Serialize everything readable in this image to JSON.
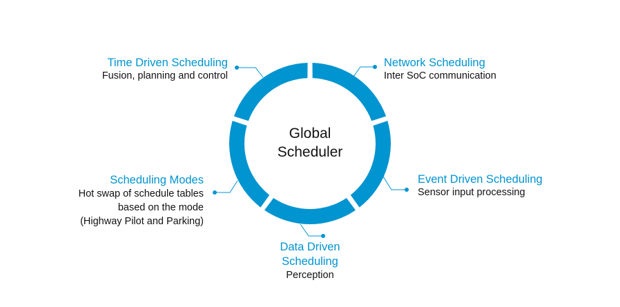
{
  "center": {
    "line1": "Global",
    "line2": "Scheduler"
  },
  "accent_color": "#0094d0",
  "nodes": [
    {
      "title": "Time Driven Scheduling",
      "description": [
        "Fusion, planning and control"
      ]
    },
    {
      "title": "Network Scheduling",
      "description": [
        "Inter SoC communication"
      ]
    },
    {
      "title": "Event Driven Scheduling",
      "description": [
        "Sensor input processing"
      ]
    },
    {
      "title_lines": [
        "Data Driven",
        "Scheduling"
      ],
      "description": [
        "Perception"
      ]
    },
    {
      "title": "Scheduling Modes",
      "description": [
        "Hot swap of schedule tables",
        "based on the mode",
        "(Highway Pilot and Parking)"
      ]
    }
  ]
}
